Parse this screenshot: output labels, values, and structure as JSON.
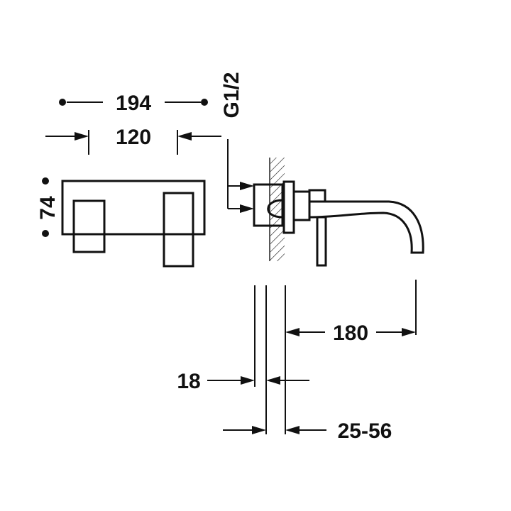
{
  "dimensions": {
    "overall_width": "194",
    "plate_width": "120",
    "plate_height": "74",
    "thread": "G1/2",
    "spout_projection": "180",
    "wall_gap": "18",
    "wall_range": "25-56"
  },
  "colors": {
    "ink": "#111111",
    "background": "#ffffff"
  }
}
